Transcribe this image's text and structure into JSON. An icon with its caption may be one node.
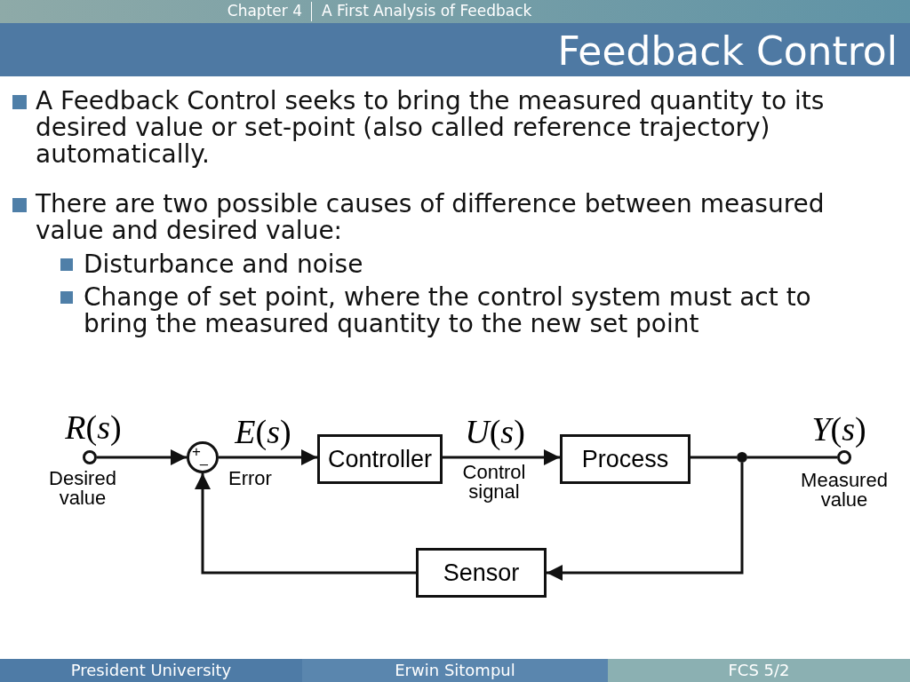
{
  "diagram": {
    "title": "Feedback Control",
    "nodes": [
      {
        "text": [],
        "shape": "circle",
        "beside": [
          "*R*(*s*)",
          "Desired value"
        ]
      },
      {
        "text": [
          "+",
          "_"
        ]
      },
      {
        "text": [
          "Controller"
        ]
      },
      {
        "text": [
          "Process"
        ]
      },
      {
        "text": [],
        "shape": "circle"
      },
      {
        "text": [],
        "shape": "circle",
        "beside": [
          "*Y*(*s*)",
          "Measured value"
        ]
      },
      {
        "text": [
          "Sensor"
        ]
      }
    ],
    "edges": [
      {
        "from": 0,
        "to": 1,
        "arrow": "to"
      },
      {
        "from": 1,
        "to": 2,
        "arrow": "to",
        "label": "*E*(*s*)"
      },
      {
        "from": 2,
        "to": 3,
        "arrow": "to",
        "label": "*U*(*s*)"
      },
      {
        "from": 3,
        "to": 4,
        "arrow": "none"
      },
      {
        "from": 4,
        "to": 5,
        "arrow": "none"
      },
      {
        "from": 4,
        "to": 6,
        "arrow": "to"
      },
      {
        "from": 6,
        "to": 1,
        "arrow": "to"
      }
    ],
    "labels": [
      "Chapter 4",
      "A First Analysis of Feedback",
      "A Feedback Control seeks to bring the measured quantity to its desired value or set-point (also called reference trajectory) automatically.",
      "There are two possible causes of difference between measured value and desired value:",
      "Disturbance and noise",
      "Change of set point, where the control system must act to bring the measured quantity to the new set point",
      "Error",
      "Control signal",
      "President University",
      "Erwin Sitompul",
      "FCS 5/2"
    ]
  }
}
